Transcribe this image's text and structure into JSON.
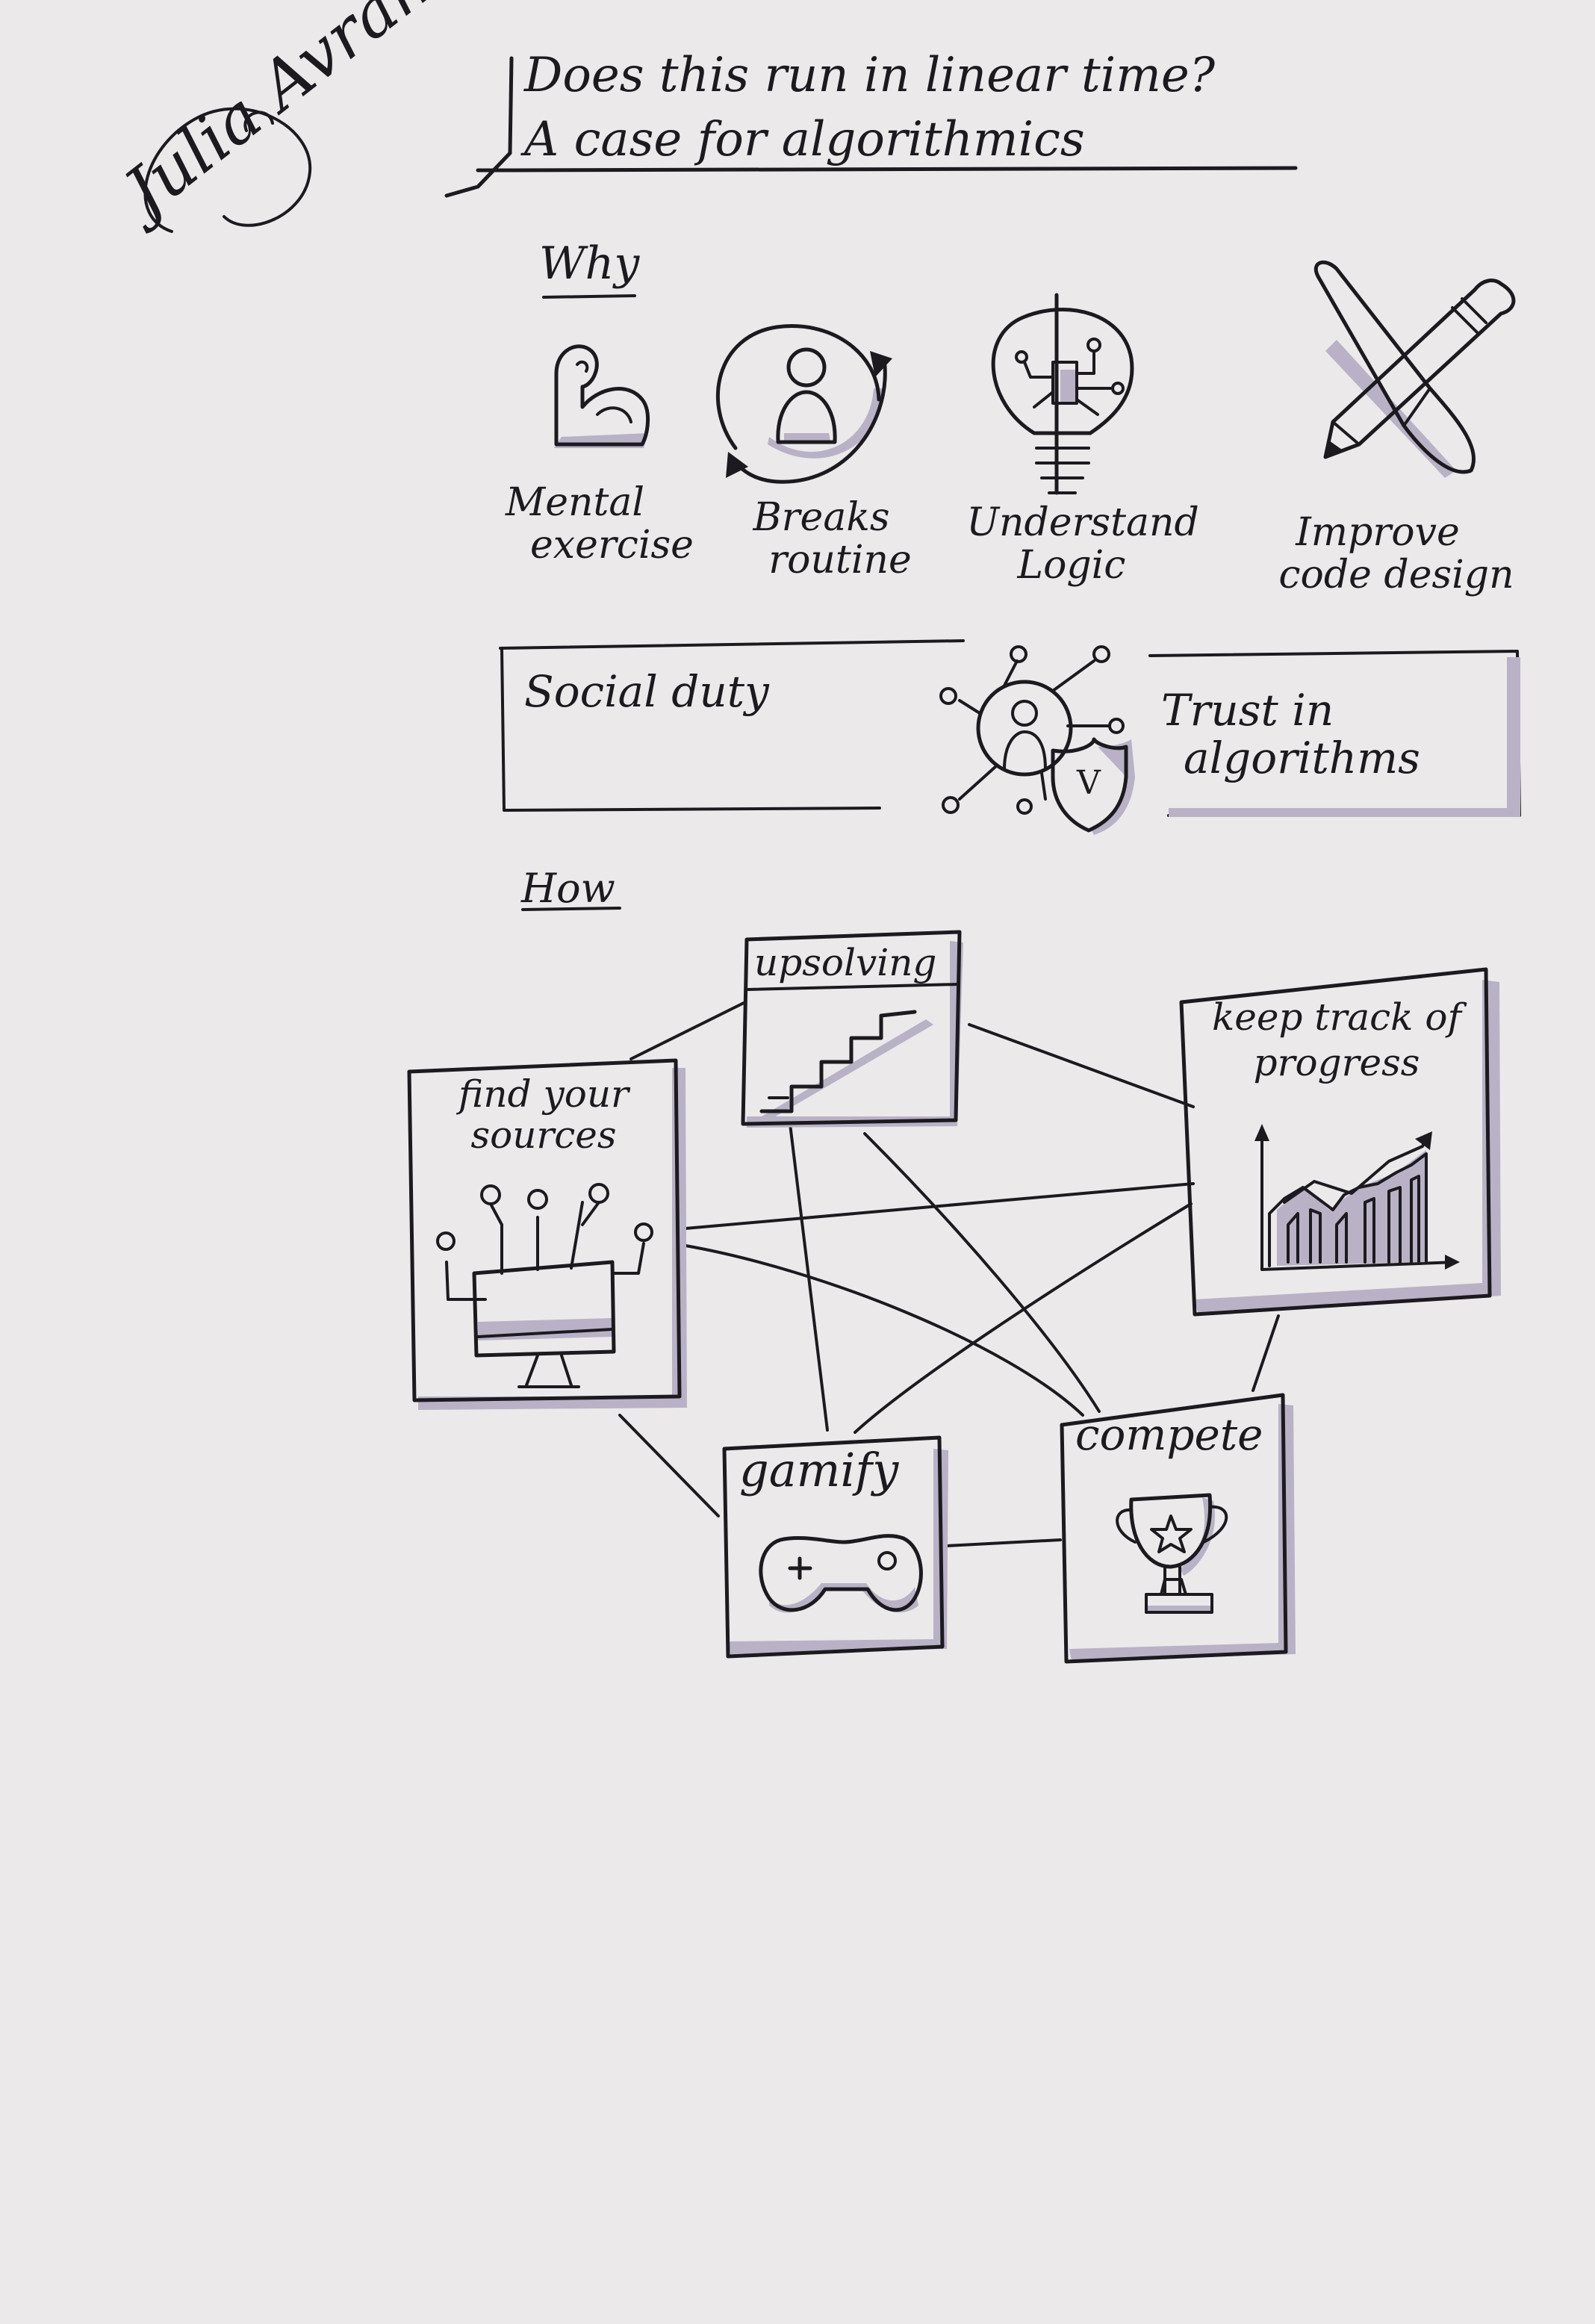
{
  "signature": "Julia Avram",
  "title": {
    "line1": "Does this run in linear time?",
    "line2": "A case for algorithmics"
  },
  "why": {
    "heading": "Why",
    "items": [
      {
        "line1": "Mental",
        "line2": "exercise",
        "icon": "flexed-arm-icon"
      },
      {
        "line1": "Breaks",
        "line2": "routine",
        "icon": "person-cycle-icon"
      },
      {
        "line1": "Understand",
        "line2": "Logic",
        "icon": "lightbulb-circuit-icon"
      },
      {
        "line1": "Improve",
        "line2": "code design",
        "icon": "pencil-brush-icon"
      }
    ],
    "social_duty": "Social duty",
    "trust": {
      "line1": "Trust in",
      "line2": "algorithms"
    },
    "shield_letter": "V"
  },
  "how": {
    "heading": "How",
    "nodes": {
      "upsolving": "upsolving",
      "keep_track_line1": "keep track of",
      "keep_track_line2": "progress",
      "find_sources_line1": "find your",
      "find_sources_line2": "sources",
      "gamify": "gamify",
      "compete": "compete"
    }
  }
}
